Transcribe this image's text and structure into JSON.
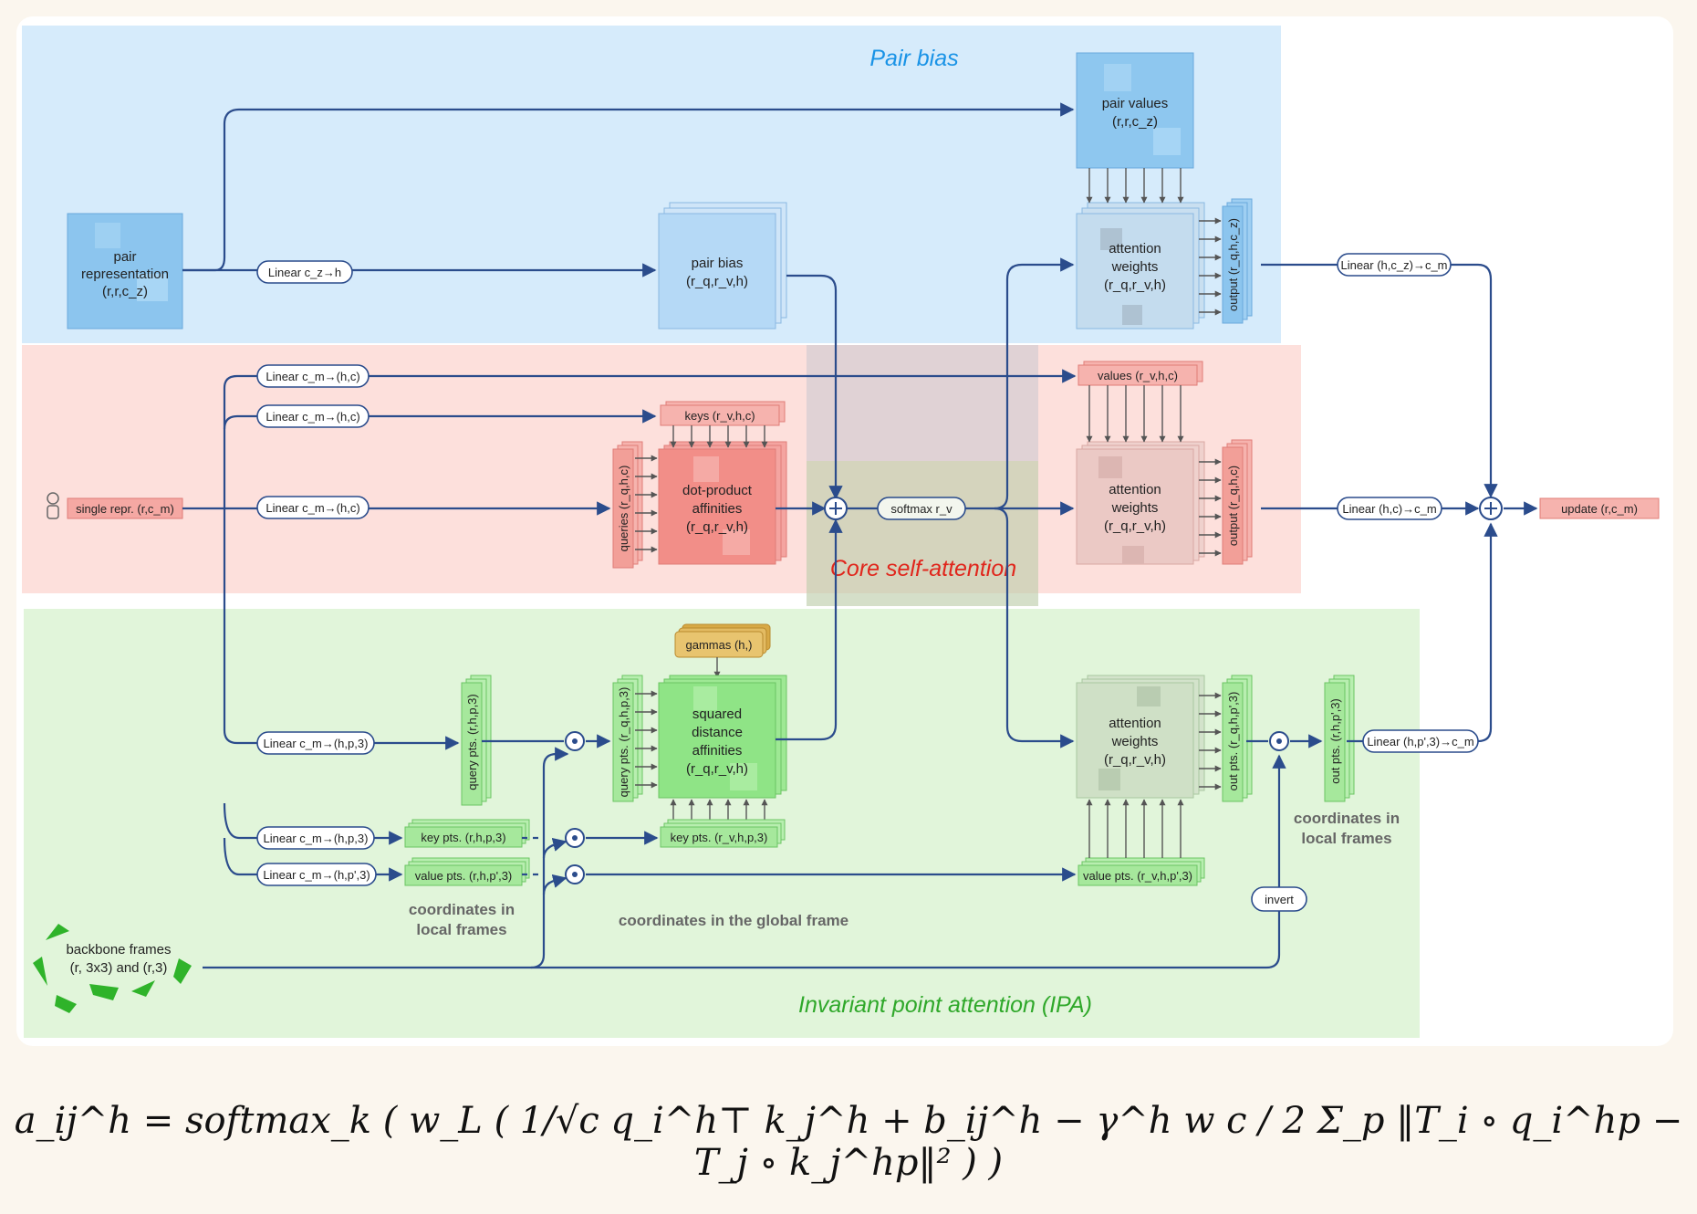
{
  "diagram": {
    "titles": {
      "pair_bias": "Pair bias",
      "core": "Core self-attention",
      "ipa": "Invariant point attention (IPA)"
    },
    "colors": {
      "panel": "#ffffff",
      "pair_bg": "#d6ebfb",
      "single_bg": "#fde0dc",
      "ipa_bg": "#e1f5da",
      "core_overlay": "#b8c9a0",
      "arrow": "#2b4c8c",
      "pair_title": "#1a93e6",
      "core_title": "#e0261c",
      "ipa_title": "#2fa82a"
    },
    "inputs": {
      "pair_repr": [
        "pair",
        "representation",
        "(r,r,c_z)"
      ],
      "single_repr": "single repr. (r,c_m)",
      "backbone": [
        "backbone frames",
        "(r, 3x3) and (r,3)"
      ]
    },
    "ops": {
      "lin_pair": "Linear c_z→h",
      "lin_values": "Linear c_m→(h,c)",
      "lin_keys": "Linear c_m→(h,c)",
      "lin_queries": "Linear c_m→(h,c)",
      "lin_qpts": "Linear c_m→(h,p,3)",
      "lin_kpts": "Linear c_m→(h,p,3)",
      "lin_vpts": "Linear c_m→(h,p',3)",
      "softmax": "softmax r_v",
      "out_pair": "Linear (h,c_z)→c_m",
      "out_single": "Linear (h,c)→c_m",
      "out_ipa": "Linear (h,p',3)→c_m",
      "invert": "invert",
      "update": "update (r,c_m)"
    },
    "tensors": {
      "pair_values": [
        "pair values",
        "(r,r,c_z)"
      ],
      "pair_bias": [
        "pair bias",
        "(r_q,r_v,h)"
      ],
      "attn_weights": [
        "attention",
        "weights",
        "(r_q,r_v,h)"
      ],
      "output_pair": "output (r_q,h,c_z)",
      "values": "values (r_v,h,c)",
      "keys": "keys (r_v,h,c)",
      "queries": "queries (r_q,h,c)",
      "dot_product": [
        "dot-product",
        "affinities",
        "(r_q,r_v,h)"
      ],
      "output_single": "output (r_q,h,c)",
      "gammas": "gammas (h,)",
      "query_pts": "query pts. (r,h,p,3)",
      "query_pts_global": "query pts. (r_q,h,p,3)",
      "squared_dist": [
        "squared",
        "distance",
        "affinities",
        "(r_q,r_v,h)"
      ],
      "key_pts": "key pts. (r,h,p,3)",
      "value_pts": "value pts. (r,h,p',3)",
      "key_pts_global": "key pts. (r_v,h,p,3)",
      "value_pts_global": "value pts. (r_v,h,p',3)",
      "out_pts_global": "out pts. (r_q,h,p',3)",
      "out_pts_local": "out pts. (r,h,p',3)"
    },
    "notes": {
      "local1": [
        "coordinates in",
        "local frames"
      ],
      "global": "coordinates in the global frame",
      "local2": [
        "coordinates in",
        "local frames"
      ]
    }
  },
  "formula": "a_ij^h = softmax_k ( w_L ( 1/√c q_i^h⊤ k_j^h + b_ij^h − γ^h w c / 2 Σ_p ‖T_i ∘ q_i^hp − T_j ∘ k_j^hp‖² ) )"
}
